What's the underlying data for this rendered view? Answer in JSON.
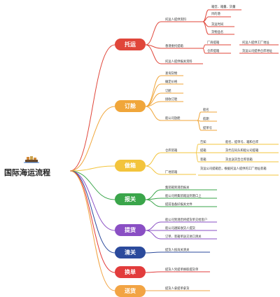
{
  "root": {
    "title": "国际海运流程"
  },
  "colors": {
    "red": "#e0463a",
    "orange": "#f0a63a",
    "yellow": "#f3c43c",
    "green": "#3aa54a",
    "purple": "#8a4fc4",
    "blue": "#3f5fd1",
    "navy": "#2b4a9c",
    "red2": "#e23c3c",
    "orange2": "#f2a444"
  },
  "branches": [
    {
      "label": "托运",
      "color_key": "red",
      "items": [
        "托运人提供资料",
        "香港委托提箱",
        "托运人提供报关资料"
      ],
      "sub": {
        "tuoyun_ziliao": [
          "箱型、箱量、货量",
          "目的港",
          "货运时间",
          "货物品名"
        ],
        "tixiang": [
          "厂商提箱",
          "仓库提箱"
        ],
        "tixiang_detail": [
          "托运人提供工厂地址",
          "货运公司提供仓库地址"
        ]
      }
    },
    {
      "label": "订舱",
      "color_key": "orange",
      "items": [
        "查询货物",
        "确定价格",
        "订舱",
        "接收订舱",
        "船公司放舱"
      ],
      "sub": {
        "fangcang": [
          "船名",
          "航期",
          "提单号"
        ]
      }
    },
    {
      "label": "做箱",
      "color_key": "yellow",
      "items": [
        "仓库装箱",
        "厂地装箱"
      ],
      "sub": {
        "cangku": [
          "告知",
          "提箱",
          "装箱"
        ],
        "cangku_detail": [
          "船名、提单号、箱和仓库",
          "货代在码头和船公司提箱",
          "货主送货至仓库装箱"
        ],
        "changdi_detail": "货运公司提箱后，根据托运人提供的工厂地址装箱"
      }
    },
    {
      "label": "报关",
      "color_key": "green",
      "items": [
        "集装箱到港后报关",
        "船公司将集装箱运到港口上",
        "提前准备好报关文件"
      ]
    },
    {
      "label": "提货",
      "color_key": "purple",
      "items": [
        "船公司到港后将提货单交给客户",
        "船公司通知收货人提货",
        "订单、装箱单送交进口清关"
      ]
    },
    {
      "label": "清关",
      "color_key": "navy",
      "items": [
        "提货人按海关清关"
      ]
    },
    {
      "label": "换单",
      "color_key": "red2",
      "items": [
        "提货人凭提单换取提货单"
      ]
    },
    {
      "label": "送货",
      "color_key": "orange2",
      "items": [
        "提货人拿提单拿货"
      ]
    }
  ]
}
